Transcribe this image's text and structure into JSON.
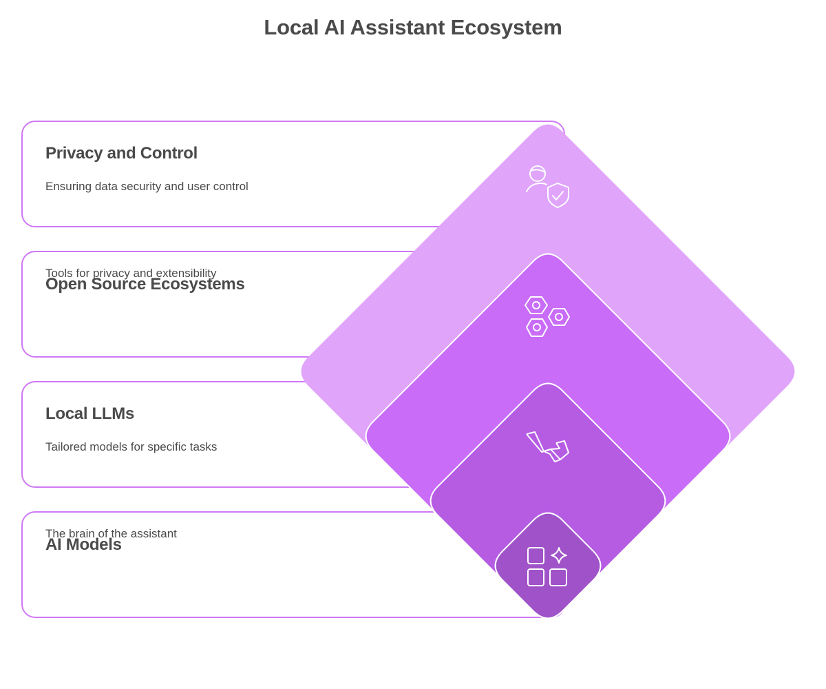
{
  "title": "Local AI Assistant Ecosystem",
  "layers": [
    {
      "heading": "Privacy and Control",
      "description": "Ensuring data security and user control",
      "icon": "user-shield-icon",
      "color": "#E0A4FB"
    },
    {
      "heading": "Open Source Ecosystems",
      "description": "Tools for privacy and extensibility",
      "icon": "hex-nuts-icon",
      "color": "#C96CF8"
    },
    {
      "heading": "Local LLMs",
      "description": "Tailored models for specific tasks",
      "icon": "laravel-logo-icon",
      "color": "#B65CE3"
    },
    {
      "heading": "AI Models",
      "description": "The brain of the assistant",
      "icon": "apps-sparkle-icon",
      "color": "#A053C9"
    }
  ],
  "colors": {
    "card_border": "#CF78F5",
    "text": "#4a4a4a"
  }
}
